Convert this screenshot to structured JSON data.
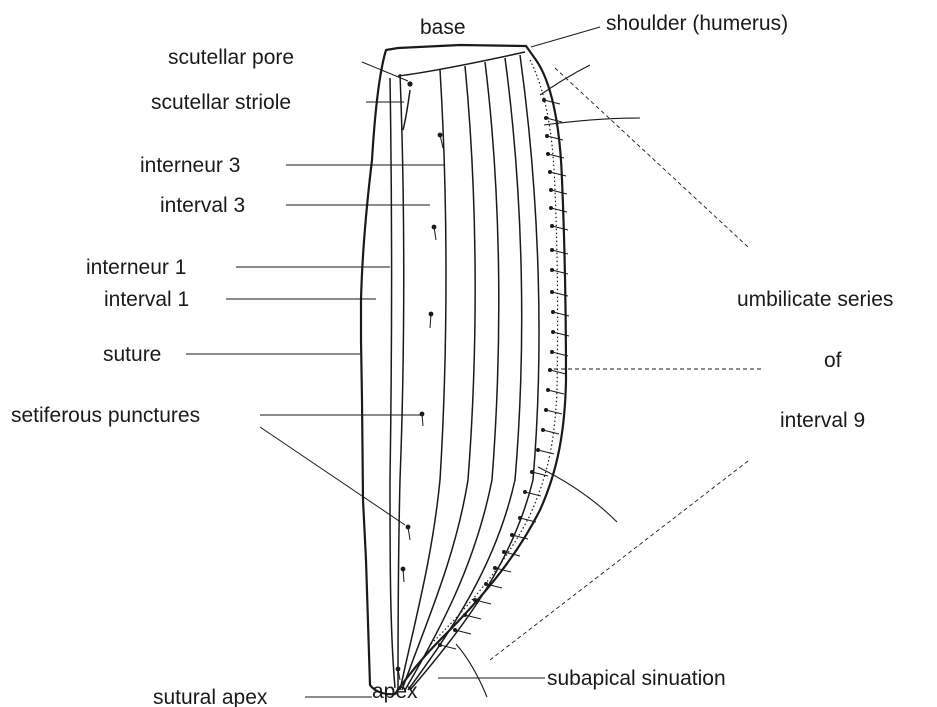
{
  "labels": {
    "base": "base",
    "shoulder": "shoulder (humerus)",
    "scutellar_pore": "scutellar pore",
    "scutellar_striole": "scutellar striole",
    "interneur_3": "interneur 3",
    "interval_3": "interval 3",
    "interneur_1": "interneur 1",
    "interval_1": "interval 1",
    "suture": "suture",
    "setiferous_punctures": "setiferous punctures",
    "umbilicate_line1": "umbilicate series",
    "umbilicate_line2": "of",
    "umbilicate_line3": "interval 9",
    "sutural_apex": "sutural apex",
    "apex": "apex",
    "subapical_sinuation": "subapical sinuation"
  }
}
